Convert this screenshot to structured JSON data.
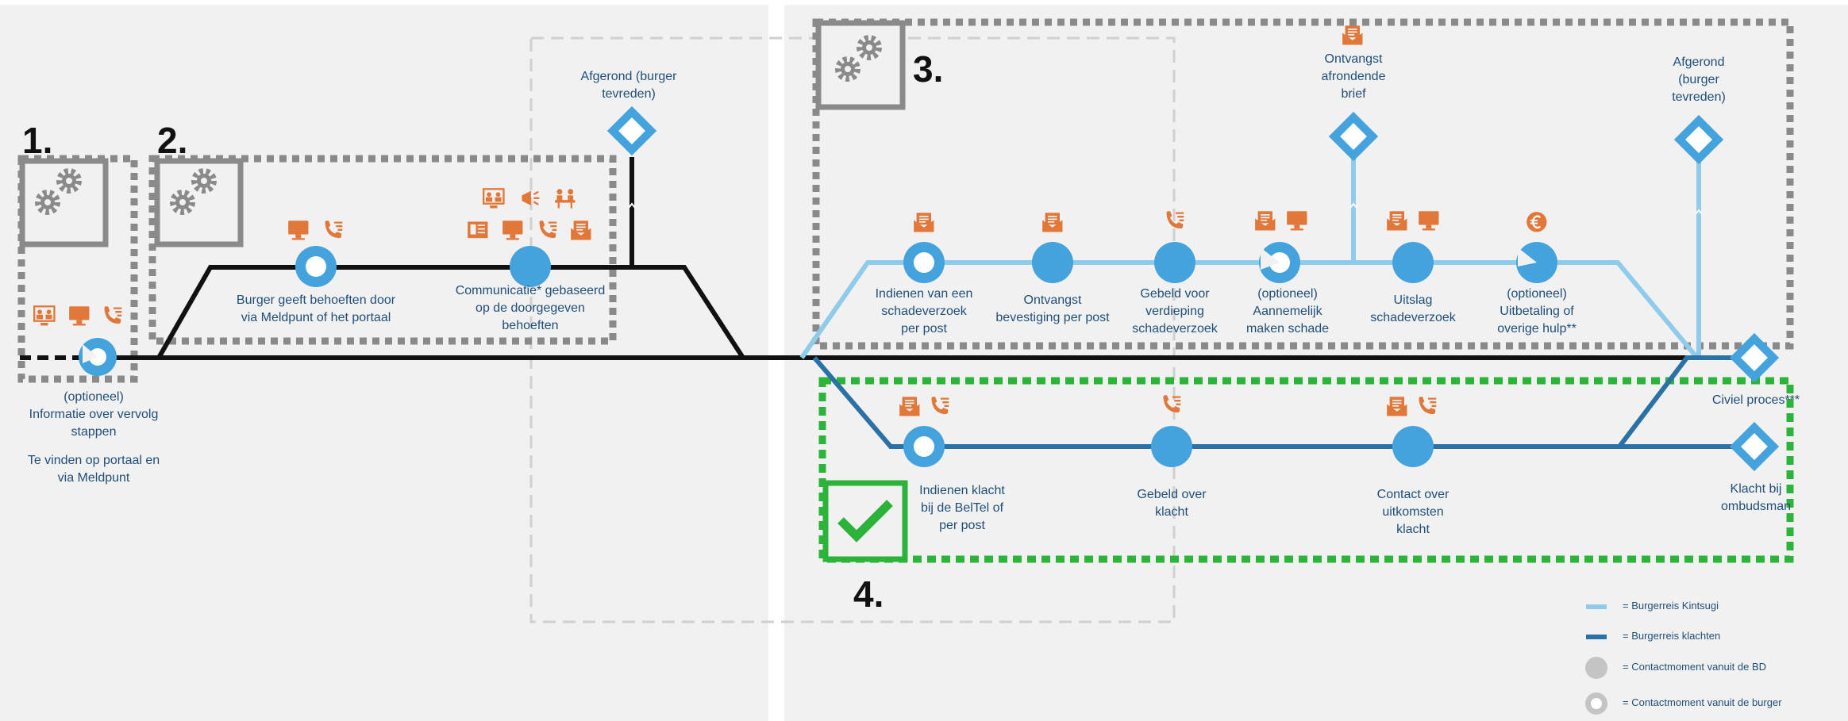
{
  "colors": {
    "metro_main": "#111111",
    "kintsugi": "#8fcbea",
    "klachten": "#2a72a6",
    "node_fill": "#44a3dc",
    "icon_orange": "#e2773a",
    "box_gray": "#8a8a8a",
    "box_green": "#2bb33a",
    "text_blue": "#1f4e79"
  },
  "phases": [
    {
      "number": "1.",
      "icon": "gears-icon"
    },
    {
      "number": "2.",
      "icon": "gears-icon"
    },
    {
      "number": "3.",
      "icon": "gears-icon"
    },
    {
      "number": "4.",
      "icon": "checkmark-icon"
    }
  ],
  "steps": [
    {
      "id": "info-vervolg",
      "label": "(optioneel)\nInformatie over vervolg\nstappen",
      "sublabel": "Te vinden op portaal en\nvia Meldpunt",
      "node": "partial-ring",
      "icons": [
        "video-call-icon",
        "computer-icon",
        "phone-icon"
      ]
    },
    {
      "id": "behoeften",
      "label": "Burger geeft behoeften door\nvia Meldpunt of het portaal",
      "node": "ring",
      "icons": [
        "computer-icon",
        "phone-icon"
      ]
    },
    {
      "id": "communicatie",
      "label": "Communicatie* gebaseerd\nop de doorgegeven\nbehoeften",
      "node": "filled",
      "icons": [
        "video-call-icon",
        "megaphone-icon",
        "meeting-icon",
        "document-icon",
        "computer-icon",
        "phone-icon",
        "mail-icon"
      ]
    },
    {
      "id": "schadeverzoek",
      "label": "Indienen van een\nschadeverzoek\nper post",
      "node": "ring",
      "icons": [
        "mail-icon"
      ]
    },
    {
      "id": "bevestiging",
      "label": "Ontvangst\nbevestiging per post",
      "node": "filled",
      "icons": [
        "mail-icon"
      ]
    },
    {
      "id": "verdieping",
      "label": "Gebeld voor\nverdieping\nschadeverzoek",
      "node": "filled",
      "icons": [
        "phone-icon"
      ]
    },
    {
      "id": "aannemelijk",
      "label": "(optioneel)\nAannemelijk\nmaken schade",
      "node": "partial-ring",
      "icons": [
        "mail-icon",
        "computer-icon"
      ]
    },
    {
      "id": "uitslag",
      "label": "Uitslag\nschadeverzoek",
      "node": "filled",
      "icons": [
        "mail-icon",
        "computer-icon"
      ]
    },
    {
      "id": "uitbetaling",
      "label": "(optioneel)\nUitbetaling of\noverige hulp**",
      "node": "partial-filled",
      "icons": [
        "euro-icon"
      ]
    },
    {
      "id": "klacht-indienen",
      "label": "Indienen klacht\nbij de BelTel of\nper post",
      "node": "ring",
      "icons": [
        "mail-icon",
        "phone-icon"
      ]
    },
    {
      "id": "gebeld-klacht",
      "label": "Gebeld over\nklacht",
      "node": "filled",
      "icons": [
        "phone-icon"
      ]
    },
    {
      "id": "uitkomsten",
      "label": "Contact over\nuitkomsten\nklacht",
      "node": "filled",
      "icons": [
        "mail-icon",
        "phone-icon"
      ]
    }
  ],
  "endpoints": [
    {
      "id": "afgerond-1",
      "label": "Afgerond (burger\ntevreden)"
    },
    {
      "id": "ontvangst-brief",
      "label": "Ontvangst\nafrondende\nbrief"
    },
    {
      "id": "afgerond-2",
      "label": "Afgerond\n(burger\ntevreden)"
    },
    {
      "id": "civiel",
      "label": "Civiel proces***"
    },
    {
      "id": "ombudsman",
      "label": "Klacht bij\nombudsman"
    }
  ],
  "legend": [
    {
      "marker": "line-light",
      "label": "= Burgerreis Kintsugi"
    },
    {
      "marker": "line-dark",
      "label": "= Burgerreis klachten"
    },
    {
      "marker": "dot-gray",
      "label": "= Contactmoment vanuit de BD"
    },
    {
      "marker": "ring-gray",
      "label": "= Contactmoment vanuit de burger"
    }
  ]
}
